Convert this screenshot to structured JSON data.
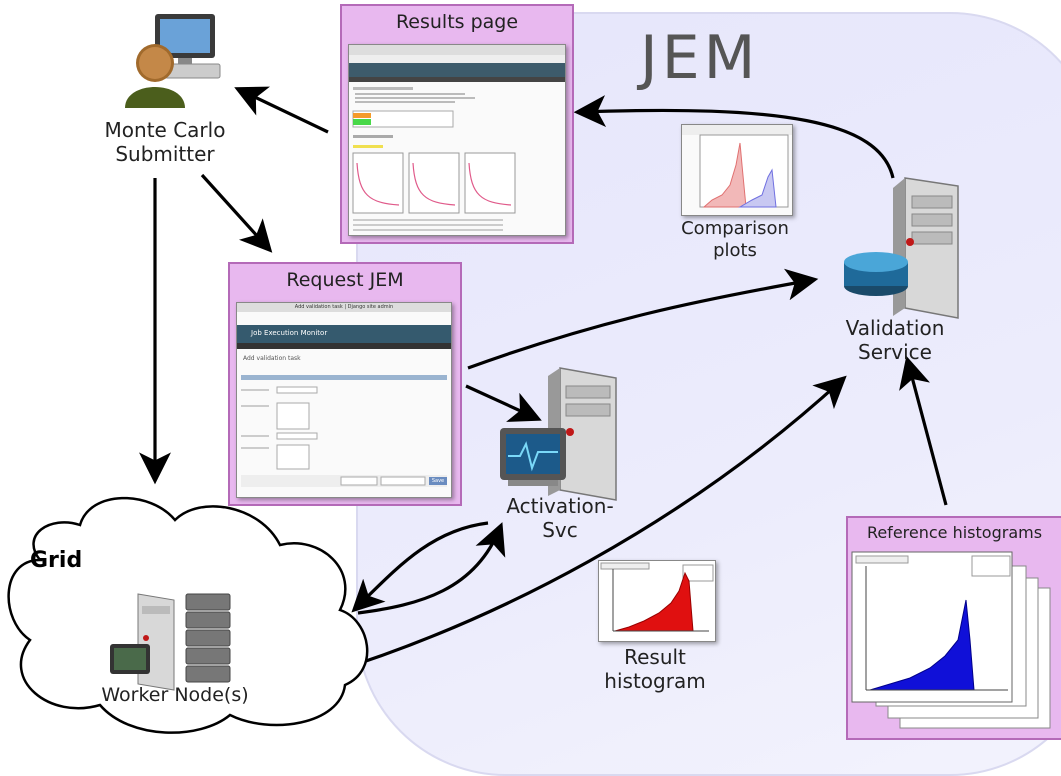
{
  "jem": {
    "title": "JEM"
  },
  "nodes": {
    "submitter": {
      "line1": "Monte Carlo",
      "line2": "Submitter"
    },
    "worker": {
      "label": "Worker Node(s)"
    },
    "grid": {
      "label": "Grid"
    },
    "activation": {
      "line1": "Activation-",
      "line2": "Svc"
    },
    "validation": {
      "line1": "Validation",
      "line2": "Service"
    },
    "comparison": {
      "line1": "Comparison",
      "line2": "plots"
    },
    "result": {
      "line1": "Result",
      "line2": "histogram"
    }
  },
  "panels": {
    "results_page": {
      "title": "Results page"
    },
    "request_jem": {
      "title": "Request JEM"
    },
    "reference_histograms": {
      "title": "Reference histograms"
    }
  },
  "request_form": {
    "window_title": "Add validation task | Django site admin",
    "nav_title": "Job Execution Monitor",
    "heading": "Add validation task",
    "save_label": "Save"
  }
}
